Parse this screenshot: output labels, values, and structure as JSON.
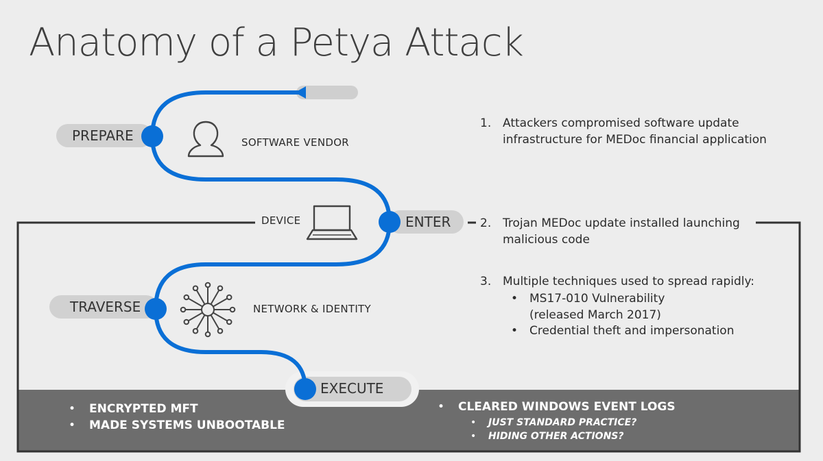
{
  "title": "Anatomy of a Petya Attack",
  "colors": {
    "path_blue": "#0a6fd6",
    "pill_gray": "#d1d1d1",
    "band_gray": "#6d6d6d",
    "line_dark": "#333333",
    "background": "#ededed"
  },
  "stages": {
    "prepare": {
      "label": "PREPARE",
      "sublabel": "SOFTWARE VENDOR",
      "icon": "person-icon"
    },
    "enter": {
      "label": "ENTER",
      "sublabel": "DEVICE",
      "icon": "laptop-icon"
    },
    "traverse": {
      "label": "TRAVERSE",
      "sublabel": "NETWORK & IDENTITY",
      "icon": "network-icon"
    },
    "execute": {
      "label": "EXECUTE"
    }
  },
  "steps": [
    {
      "number": "1.",
      "lines": [
        "Attackers compromised software update",
        "infrastructure for MEDoc financial application"
      ]
    },
    {
      "number": "2.",
      "lines": [
        "Trojan MEDoc update installed launching",
        "malicious code"
      ]
    },
    {
      "number": "3.",
      "lines": [
        "Multiple techniques used to spread rapidly:"
      ],
      "bullets": [
        {
          "lines": [
            "MS17-010 Vulnerability",
            "(released March 2017)"
          ]
        },
        {
          "lines": [
            "Credential theft and impersonation"
          ]
        }
      ]
    }
  ],
  "band": {
    "left_items": [
      "ENCRYPTED MFT",
      "MADE SYSTEMS UNBOOTABLE"
    ],
    "right_items": [
      {
        "text": "CLEARED WINDOWS EVENT LOGS",
        "subitems": [
          "JUST STANDARD PRACTICE?",
          "HIDING OTHER ACTIONS?"
        ]
      }
    ],
    "bullet": "•"
  }
}
